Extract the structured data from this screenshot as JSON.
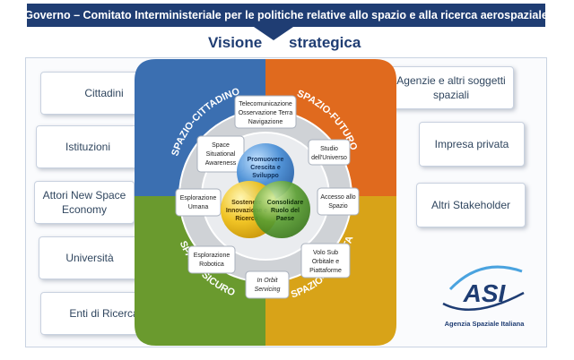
{
  "banner": "Governo – Comitato Interministeriale per le politiche relative allo spazio e alla ricerca aerospaziale",
  "vision": {
    "word1": "Visione",
    "word2": "strategica"
  },
  "left_boxes": [
    "Cittadini",
    "Istituzioni",
    "Attori New Space Economy",
    "Università",
    "Enti di Ricerca"
  ],
  "right_boxes": [
    "Agenzie e altri soggetti spaziali",
    "Impresa privata",
    "Altri Stakeholder"
  ],
  "quadrants": {
    "top_left": "SPAZIO-CITTADINO",
    "top_right": "SPAZIO-FUTURO",
    "bottom_left": "SPAZIO-SICURO",
    "bottom_right": "SPAZIO-CRESCITA"
  },
  "ring_items": {
    "telecom": [
      "Telecomunicazione",
      "Osservazione Terra",
      "Navigazione"
    ],
    "studio": [
      "Studio",
      "dell'Universo"
    ],
    "accesso": [
      "Accesso allo",
      "Spazio"
    ],
    "volo": [
      "Volo Sub",
      "Orbitale e",
      "Piattaforme"
    ],
    "in_orbit": [
      "In Orbit",
      "Servicing"
    ],
    "robotica": [
      "Esplorazione",
      "Robotica"
    ],
    "umana": [
      "Esplorazione",
      "Umana"
    ],
    "ssa": [
      "Space",
      "Situational",
      "Awareness"
    ]
  },
  "core": {
    "blue": [
      "Promuovere",
      "Crescita e",
      "Sviluppo"
    ],
    "yellow": [
      "Sostenere",
      "Innovazione e",
      "Ricerca"
    ],
    "green": [
      "Consolidare",
      "Ruolo del",
      "Paese"
    ]
  },
  "logo": {
    "mark": "ASI",
    "caption": "Agenzia Spaziale Italiana"
  },
  "colors": {
    "navy": "#1f3d73",
    "quadrant_blue": "#3b6fb1",
    "quadrant_orange": "#e06a1e",
    "quadrant_green": "#6a9a2e",
    "quadrant_gold": "#d8a318",
    "core_blue": "#4a8fd6",
    "core_yellow": "#f1c21b",
    "core_green": "#5a9e32"
  }
}
